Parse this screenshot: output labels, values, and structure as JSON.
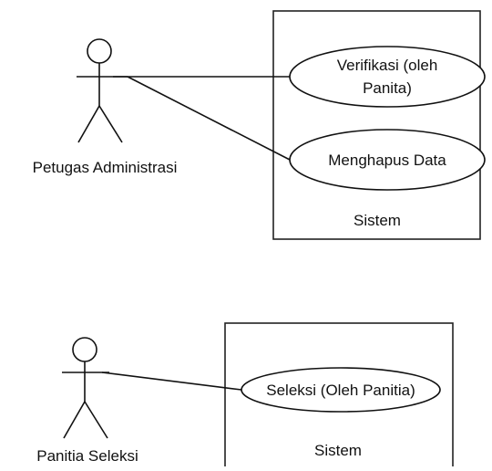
{
  "diagram1": {
    "actor": {
      "name": "Petugas Administrasi"
    },
    "system": {
      "label": "Sistem"
    },
    "use_cases": [
      {
        "lines": [
          "Verifikasi (oleh",
          "Panita)"
        ]
      },
      {
        "lines": [
          "Menghapus Data"
        ]
      }
    ]
  },
  "diagram2": {
    "actor": {
      "name": "Panitia Seleksi"
    },
    "system": {
      "label": "Sistem"
    },
    "use_cases": [
      {
        "lines": [
          "Seleksi (Oleh Panitia)"
        ]
      }
    ]
  },
  "colors": {
    "stroke": "#111111",
    "background": "#ffffff"
  }
}
